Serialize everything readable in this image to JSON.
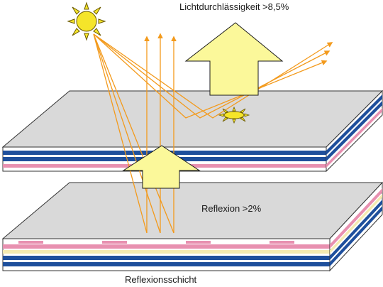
{
  "labels": {
    "transmission": "Lichtdurchlässigkeit >8,5%",
    "reflection": "Reflexion >2%",
    "layer": "Reflexionsschicht"
  },
  "colors": {
    "sun_fill": "#f5e52a",
    "sun_stroke": "#6b5a00",
    "arrow_fill": "#fbf89a",
    "arrow_stroke": "#1a1a1a",
    "ray": "#f39a1c",
    "pane_top": "#d9d9d9",
    "pane_stroke": "#333333",
    "band_blue": "#1e4f9c",
    "band_pink": "#e890b0",
    "band_cream": "#f4eab0"
  }
}
